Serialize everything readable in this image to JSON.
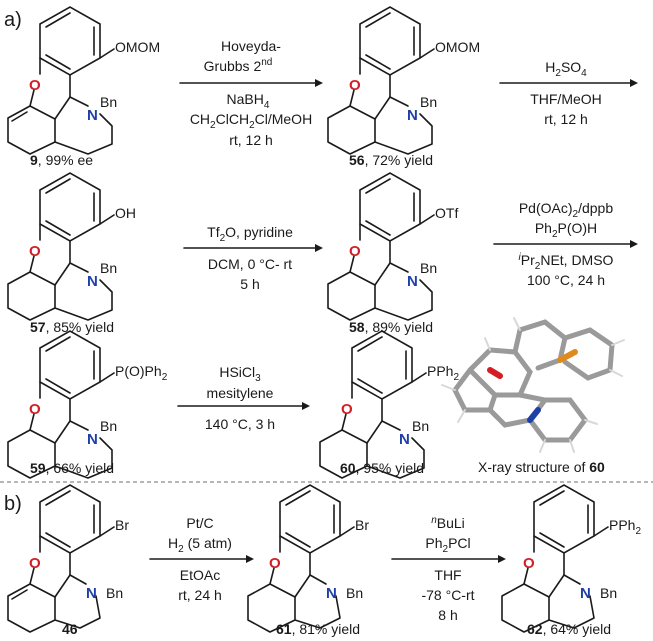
{
  "panels": {
    "a_label": "a)",
    "b_label": "b)"
  },
  "compounds": {
    "c9": {
      "sub": "OMOM",
      "num": "9",
      "desc": ", 99% ee"
    },
    "c56": {
      "sub": "OMOM",
      "num": "56",
      "desc": ", 72% yield"
    },
    "c57": {
      "sub": "OH",
      "num": "57",
      "desc": ", 85% yield"
    },
    "c58": {
      "sub": "OTf",
      "num": "58",
      "desc": ", 89% yield"
    },
    "c59": {
      "sub": "P(O)Ph",
      "sub2": "2",
      "num": "59",
      "desc": ", 66% yield"
    },
    "c60": {
      "sub": "PPh",
      "sub2": "2",
      "num": "60",
      "desc": ", 95% yield"
    },
    "c46": {
      "sub": "Br",
      "num": "46",
      "desc": ""
    },
    "c61": {
      "sub": "Br",
      "num": "61",
      "desc": ", 81% yield"
    },
    "c62": {
      "sub": "PPh",
      "sub2": "2",
      "num": "62",
      "desc": ", 64% yield"
    }
  },
  "atoms": {
    "O": "O",
    "N": "N",
    "Bn": "Bn"
  },
  "reactions": {
    "r1": [
      "Hoveyda-",
      "Grubbs 2",
      "NaBH",
      "CH",
      "rt, 12 h"
    ],
    "r1_sup": "nd",
    "r1_sub": "4",
    "r1_line4": "CH2ClCH2Cl/MeOH",
    "r2": [
      "H",
      "2",
      "SO",
      "4",
      "THF/MeOH",
      "rt, 12 h"
    ],
    "r3": [
      "Tf",
      "2",
      "O, pyridine",
      "DCM, 0 °C- rt",
      "5 h"
    ],
    "r4": [
      "Pd(OAc)",
      "2",
      "/dppb",
      "Ph",
      "2",
      "P(O)H",
      "i",
      "Pr",
      "2",
      "NEt, DMSO",
      "100 °C, 24 h"
    ],
    "r5": [
      "HSiCl",
      "3",
      "mesitylene",
      "140 °C, 3 h"
    ],
    "r6": [
      "Pt/C",
      "H",
      "2",
      " (5 atm)",
      "EtOAc",
      "rt, 24 h"
    ],
    "r7": [
      "n",
      "BuLi",
      "Ph",
      "2",
      "PCl",
      "THF",
      "-78 °C-rt",
      "8 h"
    ]
  },
  "xray_caption": {
    "text": "X-ray structure of ",
    "num": "60"
  },
  "colors": {
    "oxygen": "#d21f26",
    "nitrogen": "#1f3fa8",
    "phosphorus": "#e08a1e",
    "ink": "#1a1a1a"
  }
}
